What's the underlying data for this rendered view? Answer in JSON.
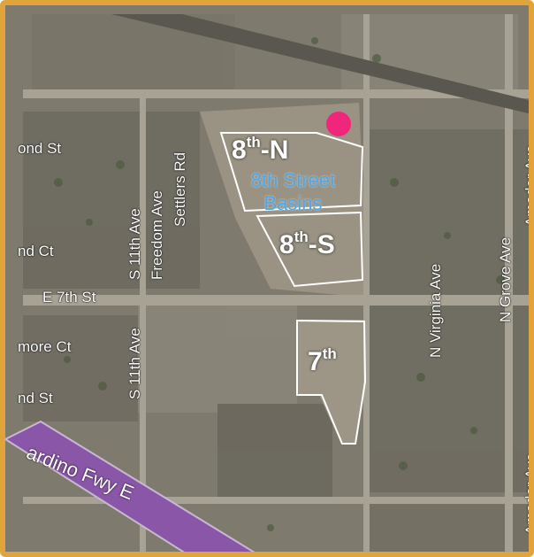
{
  "streets": {
    "ond_st_top": "ond St",
    "nd_ct": "nd Ct",
    "e_7th_st": "E 7th St",
    "more_ct": "more Ct",
    "nd_st_bottom": "nd St",
    "s_11th_ave_top": "S 11th Ave",
    "s_11th_ave_bottom": "S 11th Ave",
    "freedom_ave": "Freedom Ave",
    "settlers_rd": "Settlers Rd",
    "n_virginia_ave": "N Virginia Ave",
    "n_grove_ave": "N Grove Ave",
    "amador_ave_top": "Amador Ave",
    "amador_ave_bottom": "Amador Ave",
    "freeway": "ardino Fwy E"
  },
  "basins": {
    "north_base": "8",
    "north_sup": "th",
    "north_suffix": "-N",
    "south_base": "8",
    "south_sup": "th",
    "south_suffix": "-S",
    "seventh_base": "7",
    "seventh_sup": "th"
  },
  "area_label": {
    "line1": "8th Street",
    "line2": "Basins"
  },
  "colors": {
    "frame": "#e0a43a",
    "marker": "#f0267c",
    "boundary": "#ffffff",
    "area_label": "#4da6e8",
    "freeway": "#8a56a8"
  }
}
